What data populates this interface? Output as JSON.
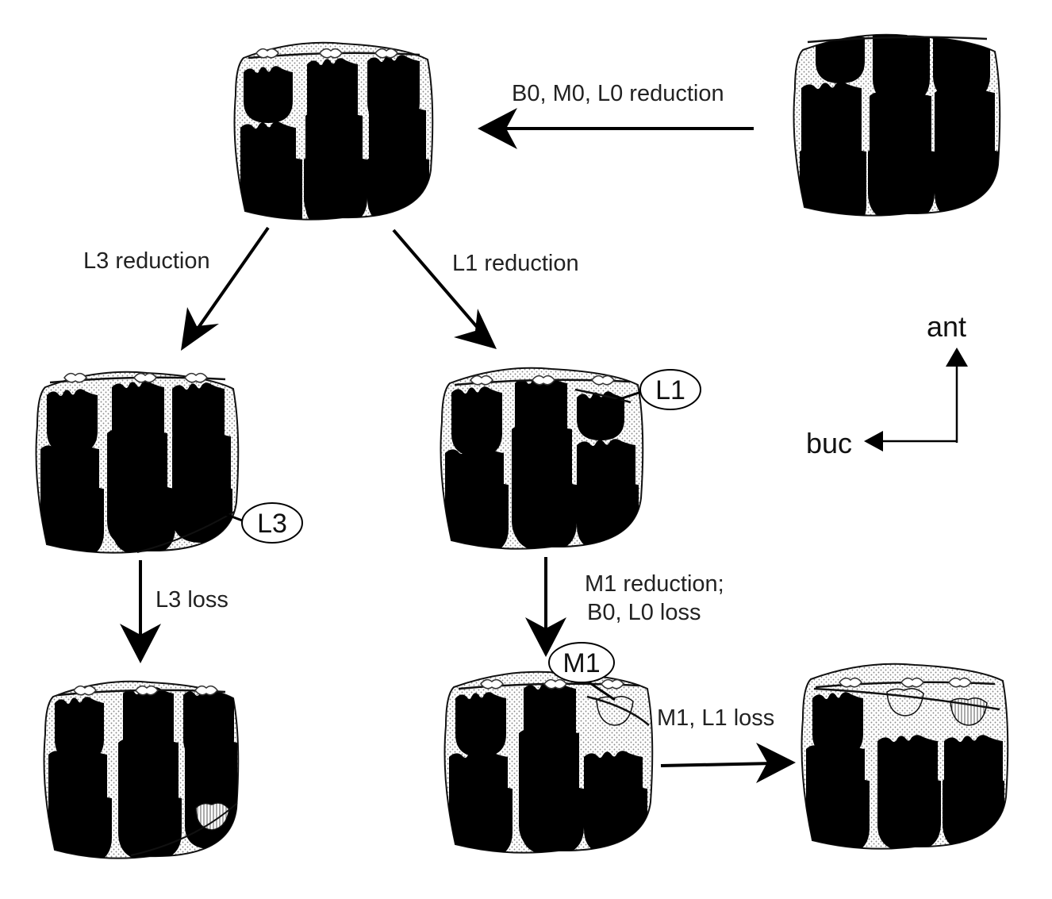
{
  "labels": {
    "b0_m0_l0": "B0, M0, L0 reduction",
    "l3_reduction": "L3 reduction",
    "l1_reduction": "L1 reduction",
    "l3_loss": "L3 loss",
    "m1_reduction_line1": "M1 reduction;",
    "m1_reduction_line2": "B0, L0 loss",
    "m1_l1_loss": "M1, L1 loss"
  },
  "callouts": {
    "l1": "L1",
    "l3": "L3",
    "m1": "M1"
  },
  "orientation": {
    "ant": "ant",
    "buc": "buc"
  },
  "colors": {
    "cusp_fill": "#000000",
    "stipple_background": "#9a9a9a",
    "outline": "#111111"
  }
}
